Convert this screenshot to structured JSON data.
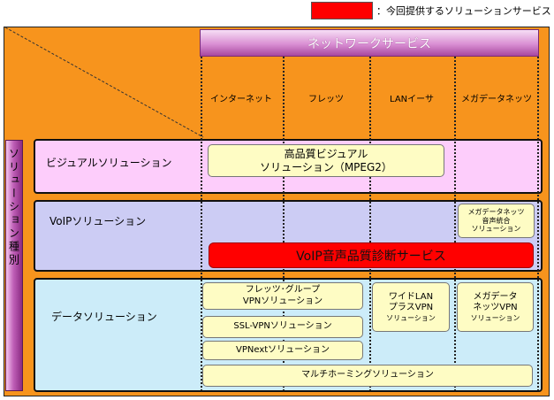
{
  "legend": {
    "text": "：今回提供するソリューションサービス",
    "color": "#ff0000"
  },
  "network_header": "ネットワークサービス",
  "columns": [
    "インターネット",
    "フレッツ",
    "LANイーサ",
    "メガデータネッツ"
  ],
  "side_label": "ソリューション種別",
  "rows": {
    "visual": {
      "label": "ビジュアルソリューション",
      "color": "#fdcdfb",
      "services": {
        "hq_visual": [
          "高品質ビジュアル",
          "ソリューション（MPEG2）"
        ]
      }
    },
    "voip": {
      "label": "VoIPソリューション",
      "color": "#ccccf4",
      "services": {
        "mega_voice": [
          "メガデータネッツ",
          "音声統合",
          "ソリューション"
        ],
        "voip_quality": "VoIP音声品質診断サービス"
      }
    },
    "data": {
      "label": "データソリューション",
      "color": "#ccecf9",
      "services": {
        "flets_group": [
          "フレッツ･グループ",
          "VPNソリューション"
        ],
        "ssl_vpn": "SSL-VPNソリューション",
        "vpnext": "VPNextソリューション",
        "multihoming": "マルチホーミングソリューション",
        "wide_lan": [
          "ワイドLAN",
          "プラスVPN",
          "ソリューション"
        ],
        "mega_vpn": [
          "メガデータ",
          "ネッツVPN",
          "ソリューション"
        ]
      }
    }
  },
  "colors": {
    "panel": "#f7941d",
    "box": "#fefcc4",
    "highlight": "#ff0000"
  }
}
